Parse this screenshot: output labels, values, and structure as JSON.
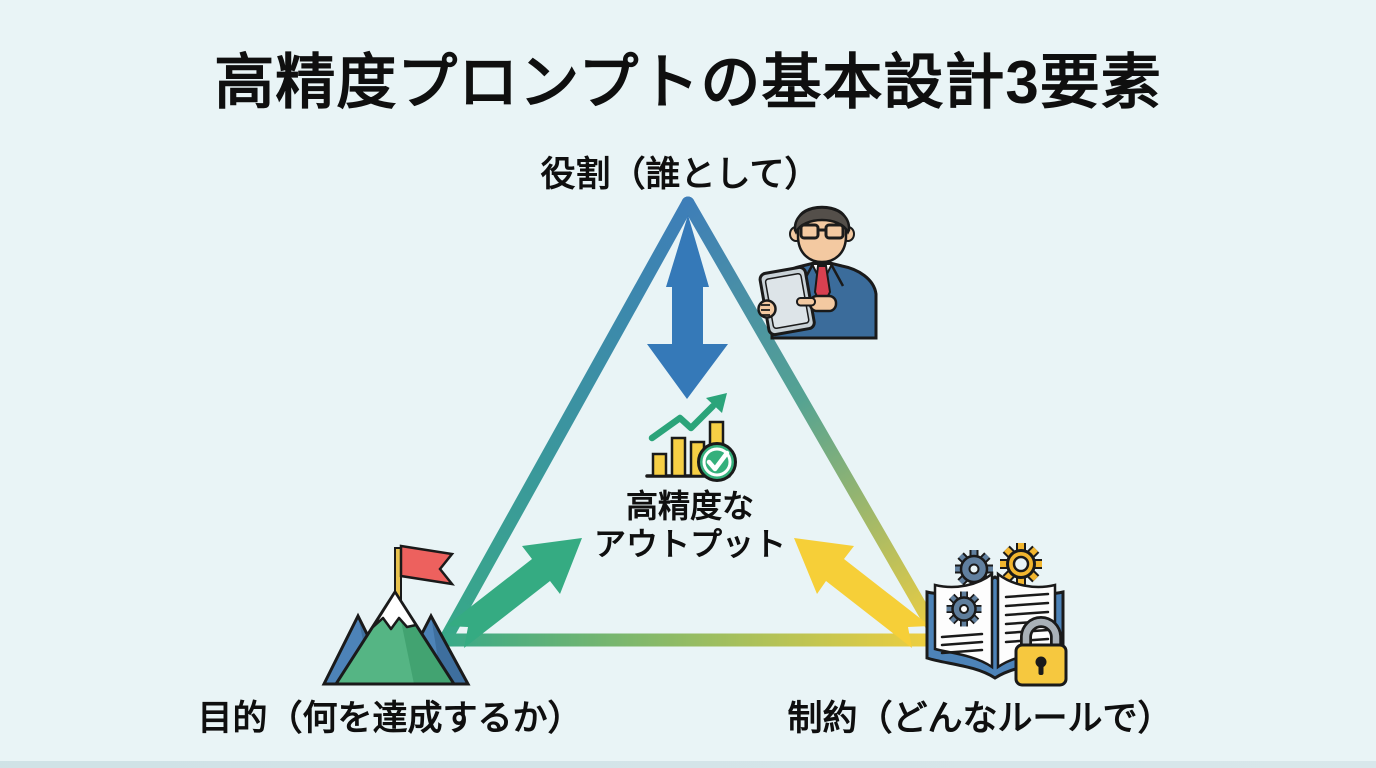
{
  "diagram": {
    "title": "高精度プロンプトの基本設計3要素",
    "vertices": {
      "top": {
        "label": "役割（誰として）",
        "icon": "businessman-tablet-icon",
        "arrow_color": "#3579b8"
      },
      "bottom_left": {
        "label": "目的（何を達成するか）",
        "icon": "mountain-flag-icon",
        "arrow_color": "#35ab82"
      },
      "bottom_right": {
        "label": "制約（どんなルールで）",
        "icon": "rulebook-lock-icon",
        "arrow_color": "#f6cf38"
      }
    },
    "center": {
      "line1": "高精度な",
      "line2": "アウトプット",
      "icon": "chart-check-icon"
    },
    "colors": {
      "background": "#e9f4f6",
      "role_blue": "#3579b8",
      "purpose_green": "#35ab82",
      "constraint_yellow": "#f6cf38",
      "outline_black": "#1a1a1a",
      "text": "#0f0f0f"
    }
  }
}
